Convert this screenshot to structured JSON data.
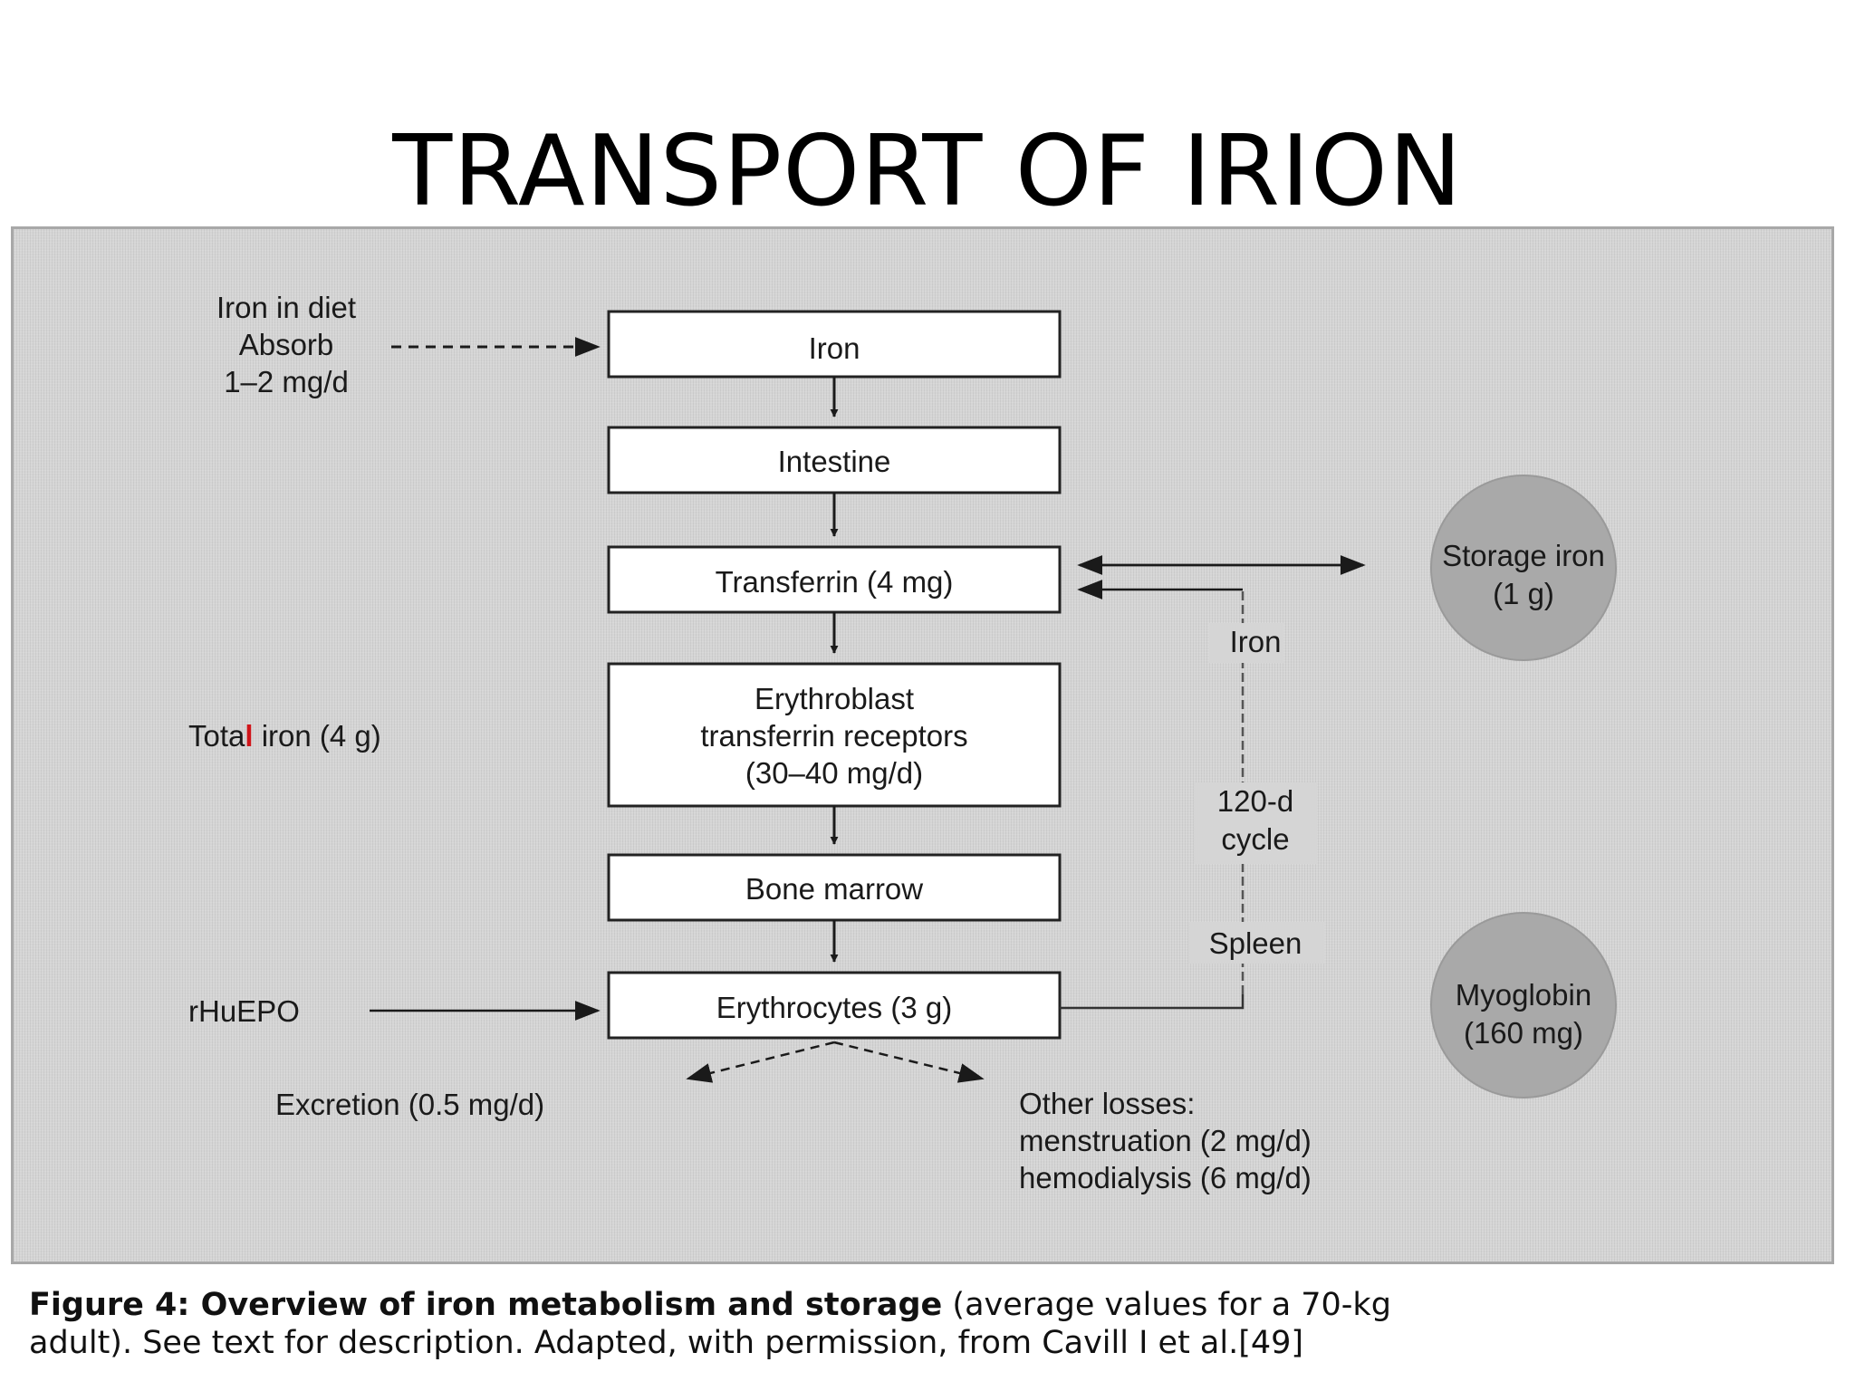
{
  "slide": {
    "title": "TRANSPORT OF IRION"
  },
  "diagram": {
    "boxes": [
      {
        "id": "iron",
        "lines": [
          "Iron"
        ]
      },
      {
        "id": "intestine",
        "lines": [
          "Intestine"
        ]
      },
      {
        "id": "transferrin",
        "lines": [
          "Transferrin (4 mg)"
        ]
      },
      {
        "id": "erythroblast",
        "lines": [
          "Erythroblast",
          "transferrin receptors",
          "(30–40 mg/d)"
        ]
      },
      {
        "id": "bone-marrow",
        "lines": [
          "Bone marrow"
        ]
      },
      {
        "id": "erythrocytes",
        "lines": [
          "Erythrocytes (3 g)"
        ]
      }
    ],
    "circles": [
      {
        "id": "storage-iron",
        "lines": [
          "Storage iron",
          "(1 g)"
        ]
      },
      {
        "id": "myoglobin",
        "lines": [
          "Myoglobin",
          "(160 mg)"
        ]
      }
    ],
    "labels": {
      "diet": [
        "Iron in diet",
        "Absorb",
        "1–2 mg/d"
      ],
      "total_iron_pre": "Tota",
      "total_iron_mark": "l",
      "total_iron_post": " iron (4 g)",
      "rhuepo": "rHuEPO",
      "iron_return": "Iron",
      "cycle": [
        "120-d",
        "cycle"
      ],
      "spleen": "Spleen",
      "excretion": "Excretion (0.5 mg/d)",
      "other_losses": [
        "Other losses:",
        "menstruation (2 mg/d)",
        "hemodialysis (6 mg/d)"
      ]
    }
  },
  "caption": {
    "bold": "Figure 4: Overview of iron metabolism and storage",
    "rest_line1": " (average values for a 70-kg",
    "line2": "adult). See text for description. Adapted, with permission, from Cavill I et al.[49]"
  },
  "colors": {
    "panel": "#d5d5d5",
    "circle": "#a9a9a9",
    "red_mark": "#d0151a"
  }
}
